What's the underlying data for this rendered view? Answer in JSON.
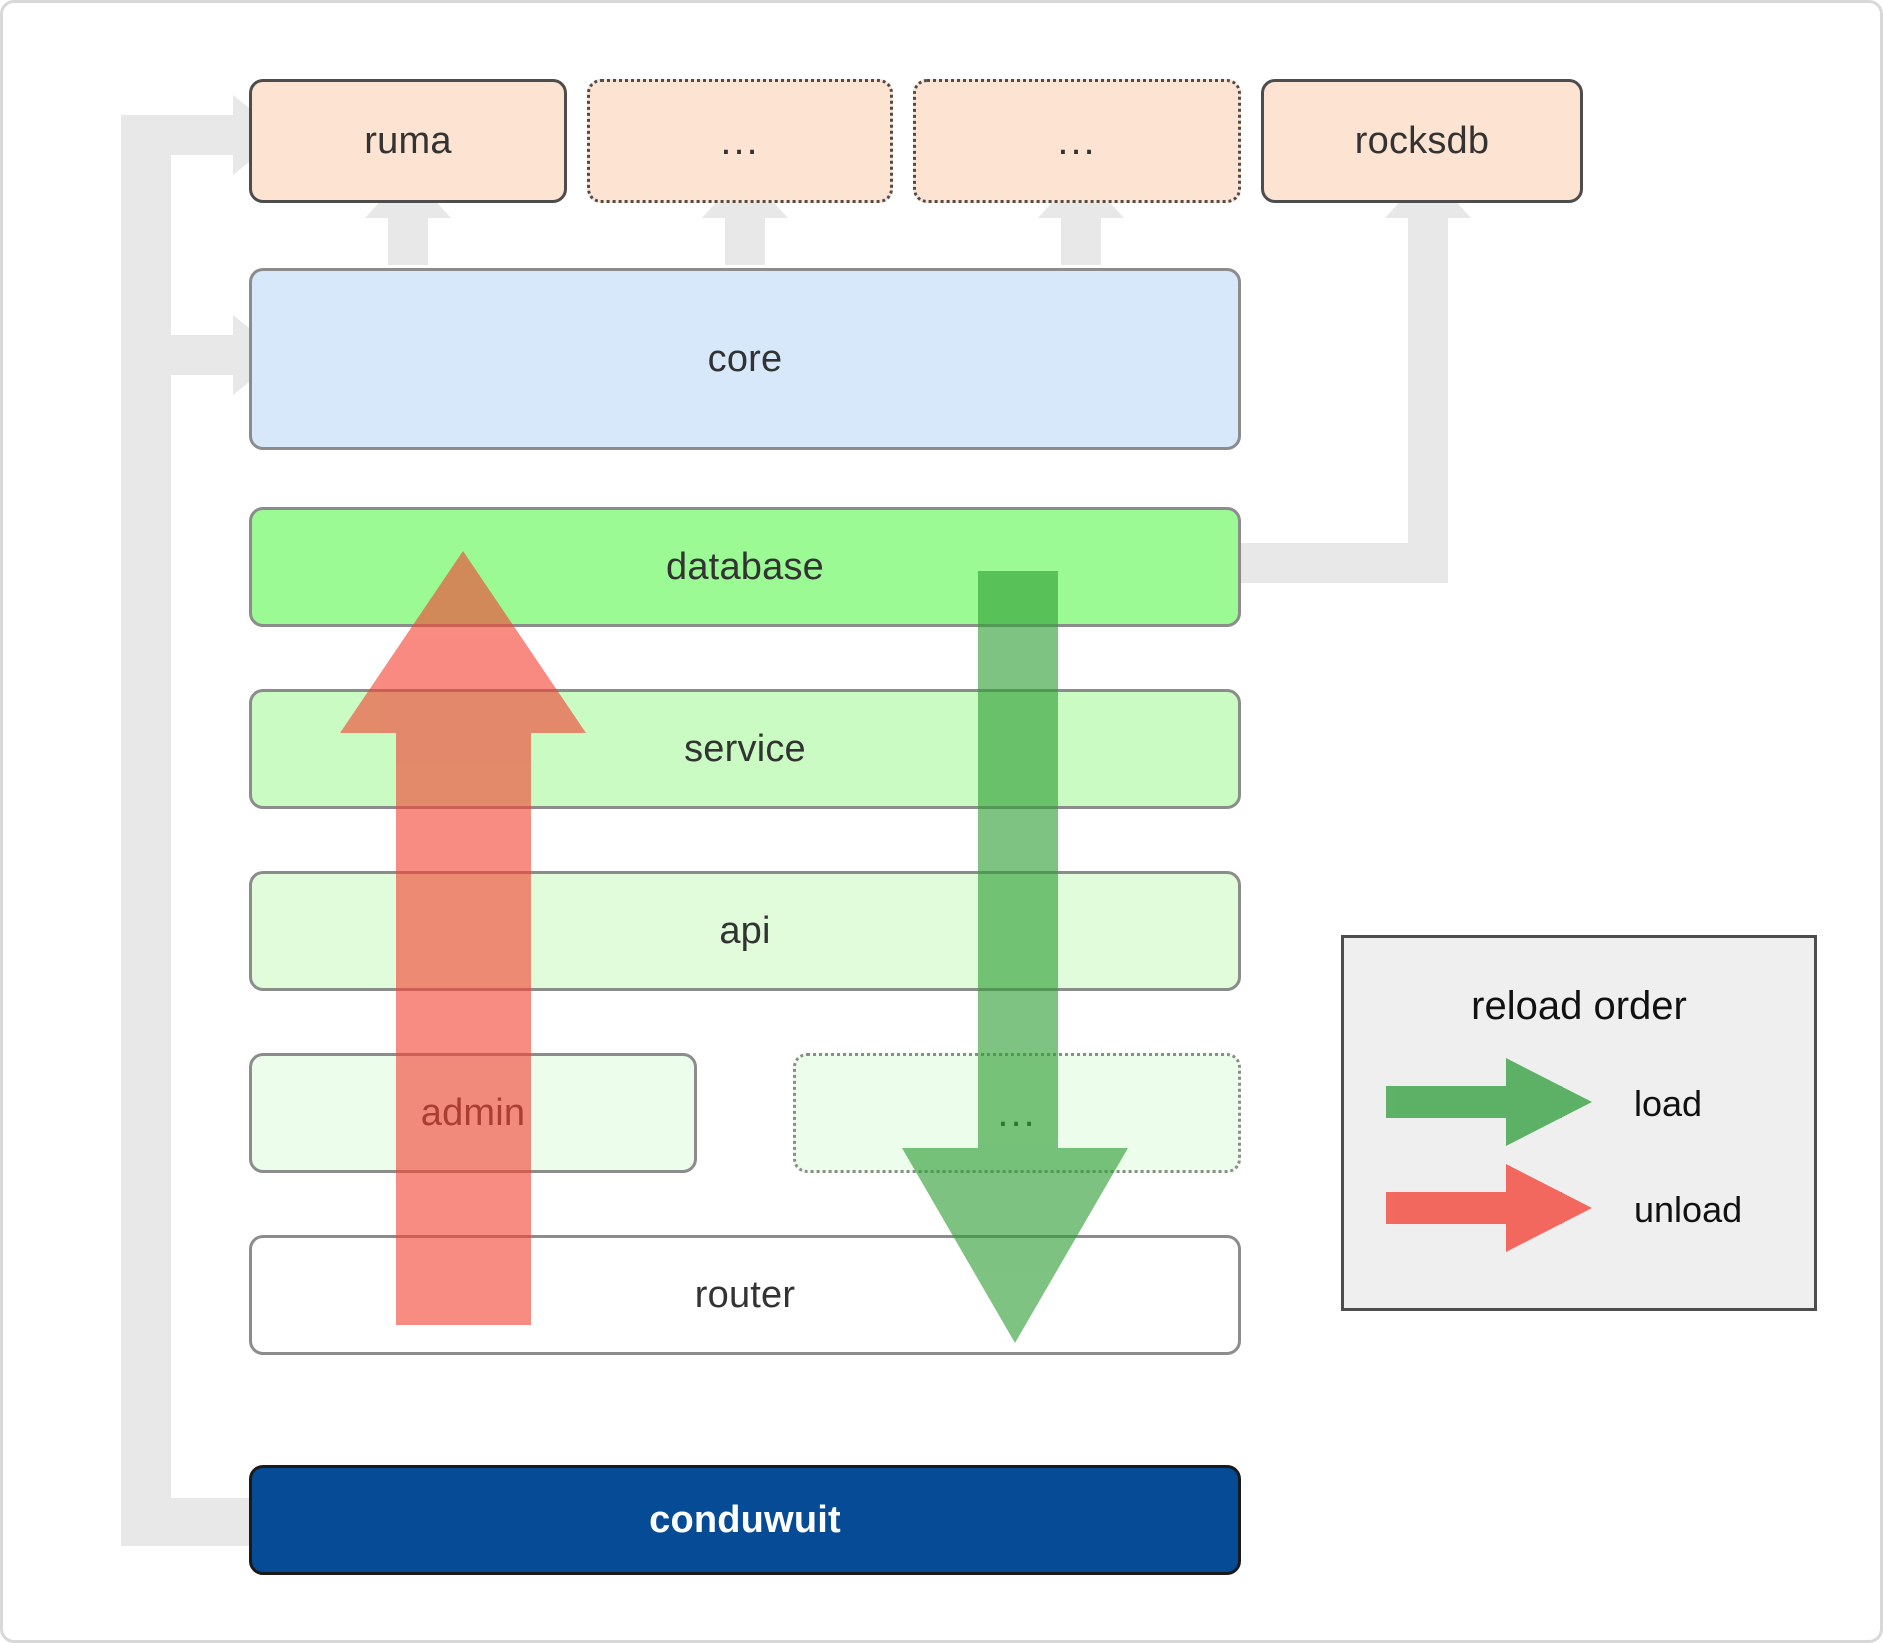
{
  "diagram": {
    "title": "conduwuit crate / reload-order architecture diagram",
    "colors": {
      "package_fill": "#fde3d2",
      "package_stroke": "#4d4d4d",
      "core_fill": "#d7e8fb",
      "database_fill": "#9bfa94",
      "service_fill": "#c9fbc3",
      "api_fill": "#e0fcdb",
      "admin_fill": "#edfdeb",
      "router_fill": "#ffffff",
      "conduwuit_fill": "#054b96",
      "layer_stroke": "#8c8c8c",
      "load_arrow": "#4caf50",
      "unload_arrow": "#f87272",
      "connector": "#e8e8e8",
      "legend_fill": "#efefef",
      "legend_stroke": "#4d4d4d"
    }
  },
  "packages": [
    {
      "label": "ruma",
      "style": "solid"
    },
    {
      "label": "...",
      "style": "dotted"
    },
    {
      "label": "...",
      "style": "dotted"
    },
    {
      "label": "rocksdb",
      "style": "solid"
    }
  ],
  "layers": [
    {
      "label": "core",
      "style": "solid"
    },
    {
      "label": "database",
      "style": "solid"
    },
    {
      "label": "service",
      "style": "solid"
    },
    {
      "label": "api",
      "style": "solid"
    },
    {
      "label": "admin",
      "style": "solid"
    },
    {
      "label": "...",
      "style": "dotted"
    },
    {
      "label": "router",
      "style": "solid"
    }
  ],
  "root": {
    "label": "conduwuit"
  },
  "legend": {
    "title": "reload order",
    "items": [
      {
        "label": "load",
        "color": "#4caf50"
      },
      {
        "label": "unload",
        "color": "#f87272"
      }
    ]
  }
}
